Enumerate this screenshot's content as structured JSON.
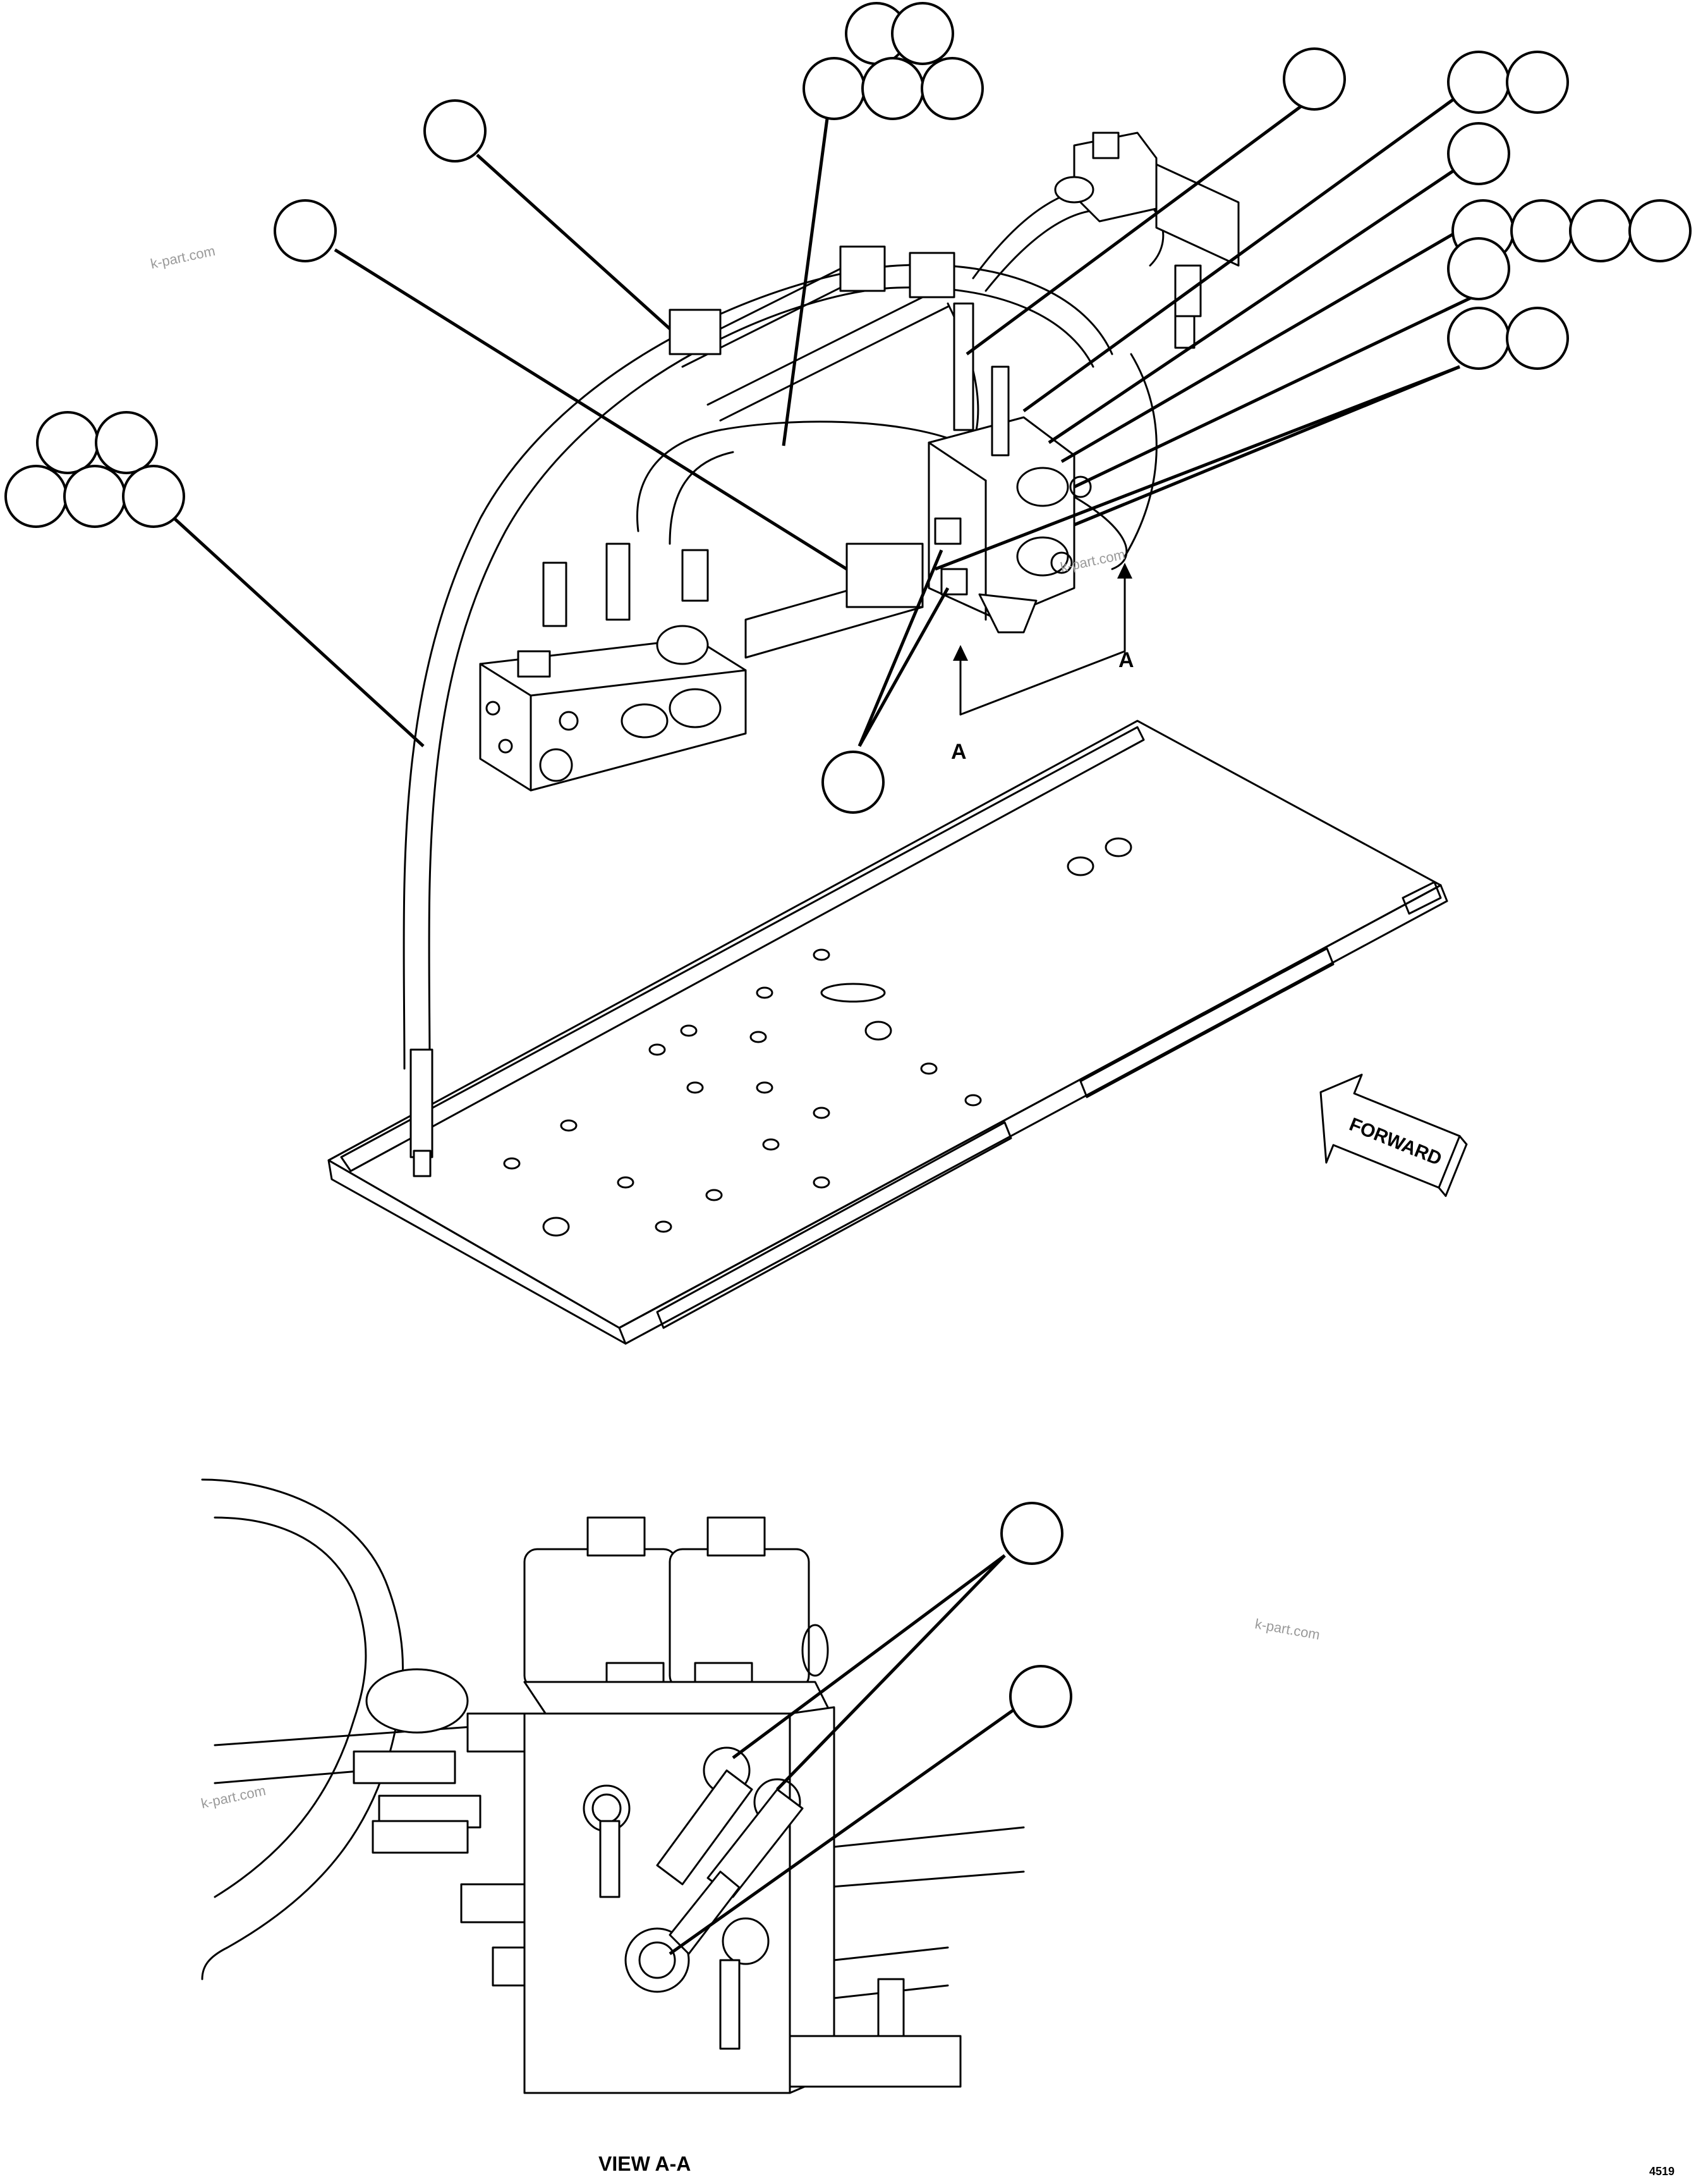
{
  "labels": {
    "forward": "FORWARD",
    "section_a": "A",
    "view": "VIEW A-A",
    "code": "4519"
  },
  "watermarks": [
    "k-part.com",
    "k-part.com",
    "k-part.com",
    "k-part.com"
  ]
}
